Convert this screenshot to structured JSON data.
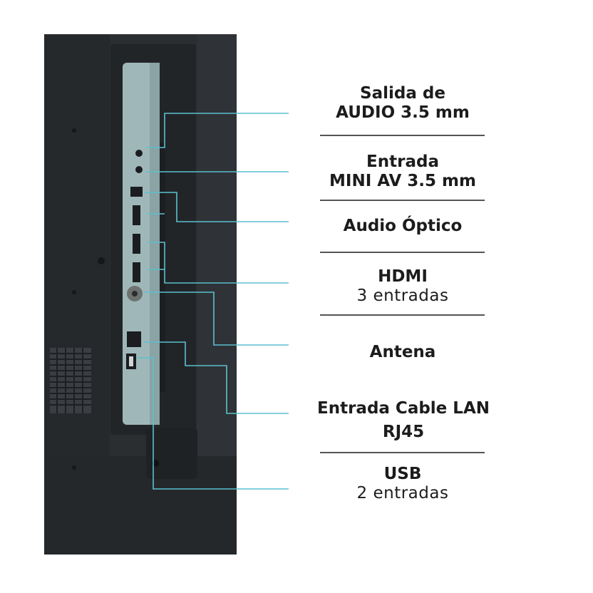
{
  "labels": [
    {
      "lines": [
        {
          "text": "Salida de",
          "bold": true
        },
        {
          "text": "AUDIO 3.5 mm",
          "bold": true
        }
      ]
    },
    {
      "lines": [
        {
          "text": "Entrada",
          "bold": true
        },
        {
          "text": "MINI AV 3.5 mm",
          "bold": true
        }
      ]
    },
    {
      "lines": [
        {
          "text": "Audio Óptico",
          "bold": true
        }
      ]
    },
    {
      "lines": [
        {
          "text": "HDMI",
          "bold": true
        },
        {
          "text": "3 entradas",
          "bold": false
        }
      ]
    },
    {
      "lines": [
        {
          "text": "Antena",
          "bold": true
        }
      ]
    },
    {
      "lines": [
        {
          "text": "Entrada Cable LAN",
          "bold": true
        },
        {
          "text": "RJ45",
          "bold": true
        }
      ]
    },
    {
      "lines": [
        {
          "text": "USB",
          "bold": true
        },
        {
          "text": "2 entradas",
          "bold": false
        }
      ]
    }
  ],
  "colors": {
    "callout_line": "#5bc0d0",
    "tv_body": "#2b2e31",
    "port_panel": "#9fb7b8",
    "label_text": "#1c1c1c",
    "separator": "#555555"
  }
}
